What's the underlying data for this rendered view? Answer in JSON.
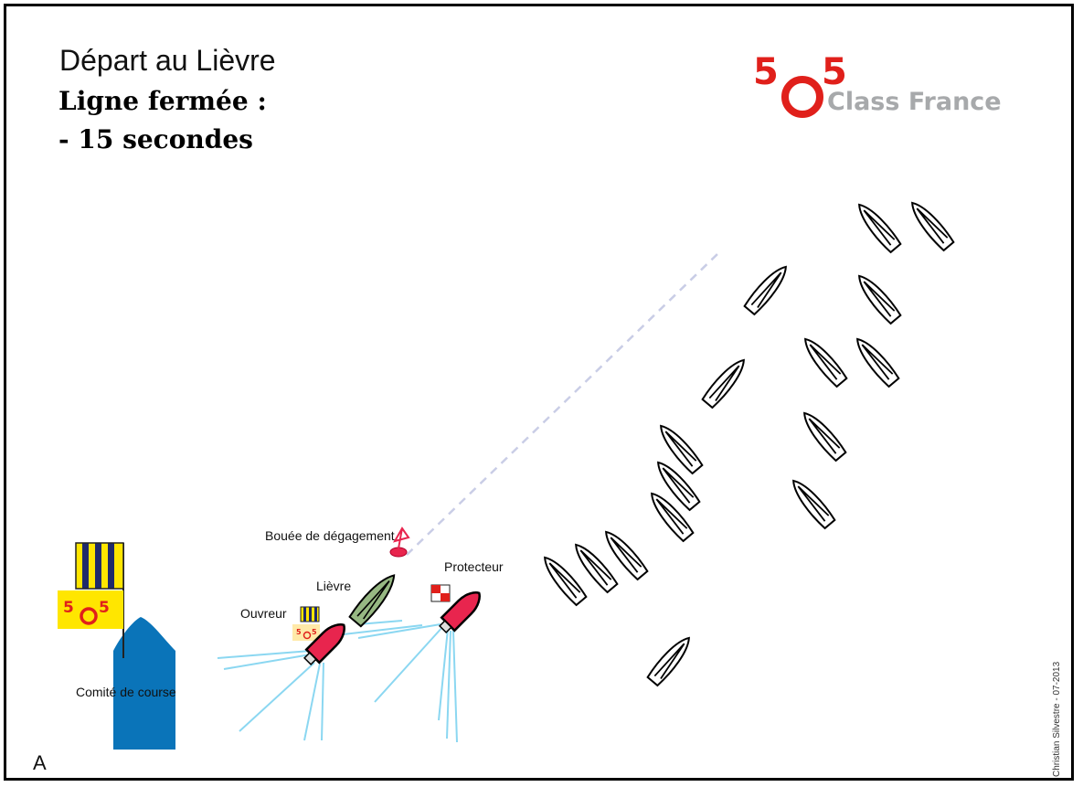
{
  "title": "Départ au Lièvre",
  "subtitle_line1": "Ligne fermée :",
  "subtitle_line2": "- 15 secondes",
  "logo": {
    "number": "505",
    "text": "Class France",
    "red": "#e0201b",
    "gray": "#a7a9ab"
  },
  "labels": {
    "buoy": "Bouée de dégagement",
    "hare": "Lièvre",
    "protector": "Protecteur",
    "opener": "Ouvreur",
    "committee": "Comité de course"
  },
  "corner_letter": "A",
  "credit": "Christian Silvestre - 07-2013",
  "colors": {
    "committee_boat": "#0a74b9",
    "rib": "#e8254e",
    "hare_boat": "#97b883",
    "wake": "#7fd3f0",
    "flag_yellow": "#ffe600",
    "flag_navy": "#1f2a6b",
    "start_line": "#c9cde6"
  }
}
